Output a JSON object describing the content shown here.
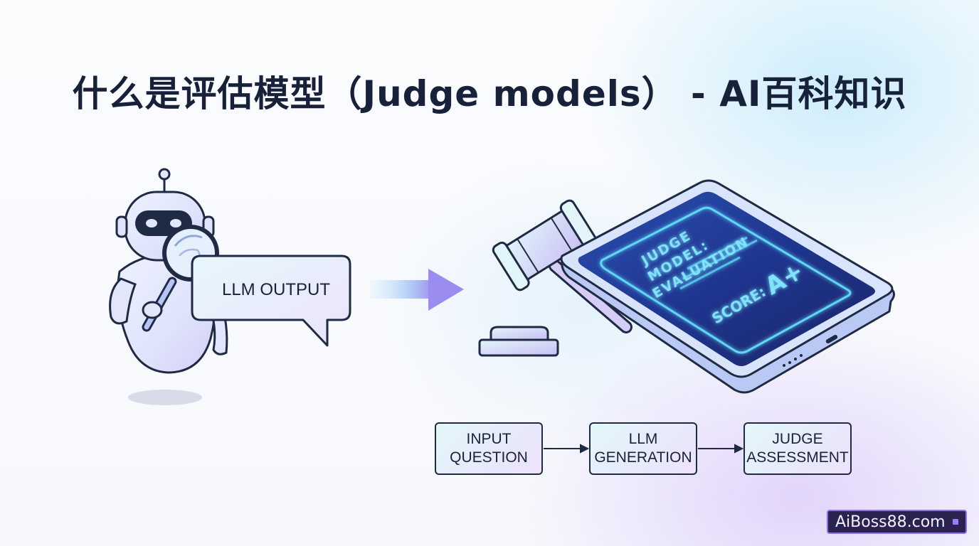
{
  "title": "什么是评估模型（Judge models） - AI百科知识",
  "bubble": {
    "text": "LLM OUTPUT"
  },
  "tablet": {
    "heading_line1": "JUDGE",
    "heading_line2": "MODEL:",
    "heading_line3": "EVALUATION",
    "score_label": "SCORE:",
    "score_value": "A+"
  },
  "flow": {
    "steps": [
      {
        "line1": "INPUT",
        "line2": "QUESTION"
      },
      {
        "line1": "LLM",
        "line2": "GENERATION"
      },
      {
        "line1": "JUDGE",
        "line2": "ASSESSMENT"
      }
    ]
  },
  "watermark": {
    "text": "AiBoss88.com"
  },
  "colors": {
    "outline": "#1f2a44",
    "screen": "#1e2f7c",
    "glow": "#5fd6f5",
    "arrow": "#9b8cf0",
    "robot_body": "#e3e6fb",
    "watermark_bg": "#2a2350"
  }
}
